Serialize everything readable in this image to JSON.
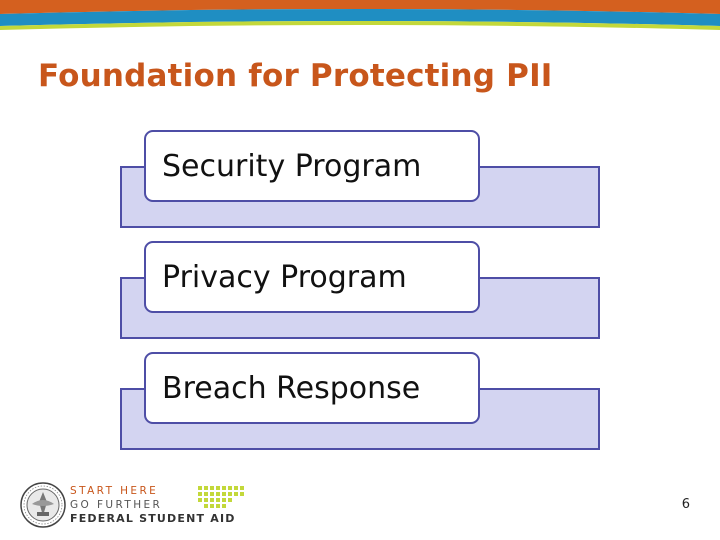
{
  "slide": {
    "title": "Foundation for Protecting PII",
    "page_number": "6"
  },
  "diagram": {
    "layers": [
      {
        "label": "Security Program"
      },
      {
        "label": "Privacy Program"
      },
      {
        "label": "Breach Response"
      }
    ]
  },
  "footer": {
    "brand_line_1": "START HERE",
    "brand_line_2": "GO FURTHER",
    "brand_line_3": "FEDERAL STUDENT AID"
  },
  "colors": {
    "title": "#c8561b",
    "banner_orange": "#d4601f",
    "banner_blue": "#1f8ec2",
    "banner_green": "#c3d83a",
    "layer_fill": "#d3d4f1",
    "layer_border": "#4e4ea6"
  }
}
